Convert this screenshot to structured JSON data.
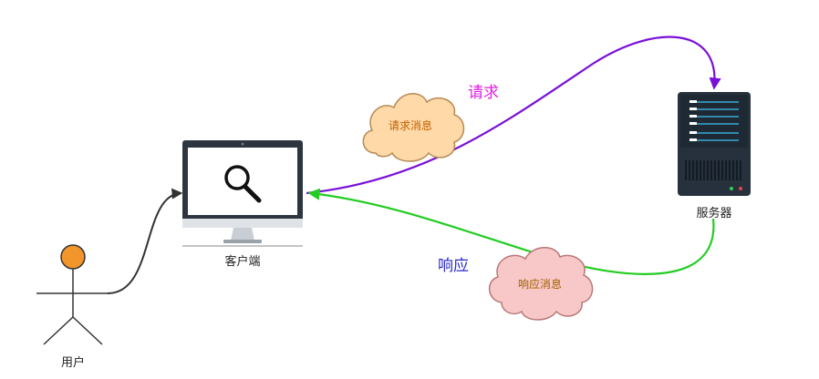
{
  "nodes": {
    "user": {
      "label": "用户"
    },
    "client": {
      "label": "客户端"
    },
    "server": {
      "label": "服务器"
    }
  },
  "edges": {
    "request": {
      "label": "请求",
      "color": "#7a10d8",
      "label_color": "#e020e0"
    },
    "response": {
      "label": "响应",
      "color": "#22cc22",
      "label_color": "#2a2acc"
    },
    "user_link": {
      "color": "#333333"
    }
  },
  "clouds": {
    "request_message": {
      "label": "请求消息",
      "fill": "#ffd9a8",
      "stroke": "#b58a55",
      "text_color": "#c06000"
    },
    "response_message": {
      "label": "响应消息",
      "fill": "#f8c8c8",
      "stroke": "#b87878",
      "text_color": "#a06000"
    }
  },
  "colors": {
    "user_head": "#f2952b",
    "monitor_frame": "#2d3640",
    "server_body": "#26313d",
    "server_lines": "#3aa9d6"
  }
}
